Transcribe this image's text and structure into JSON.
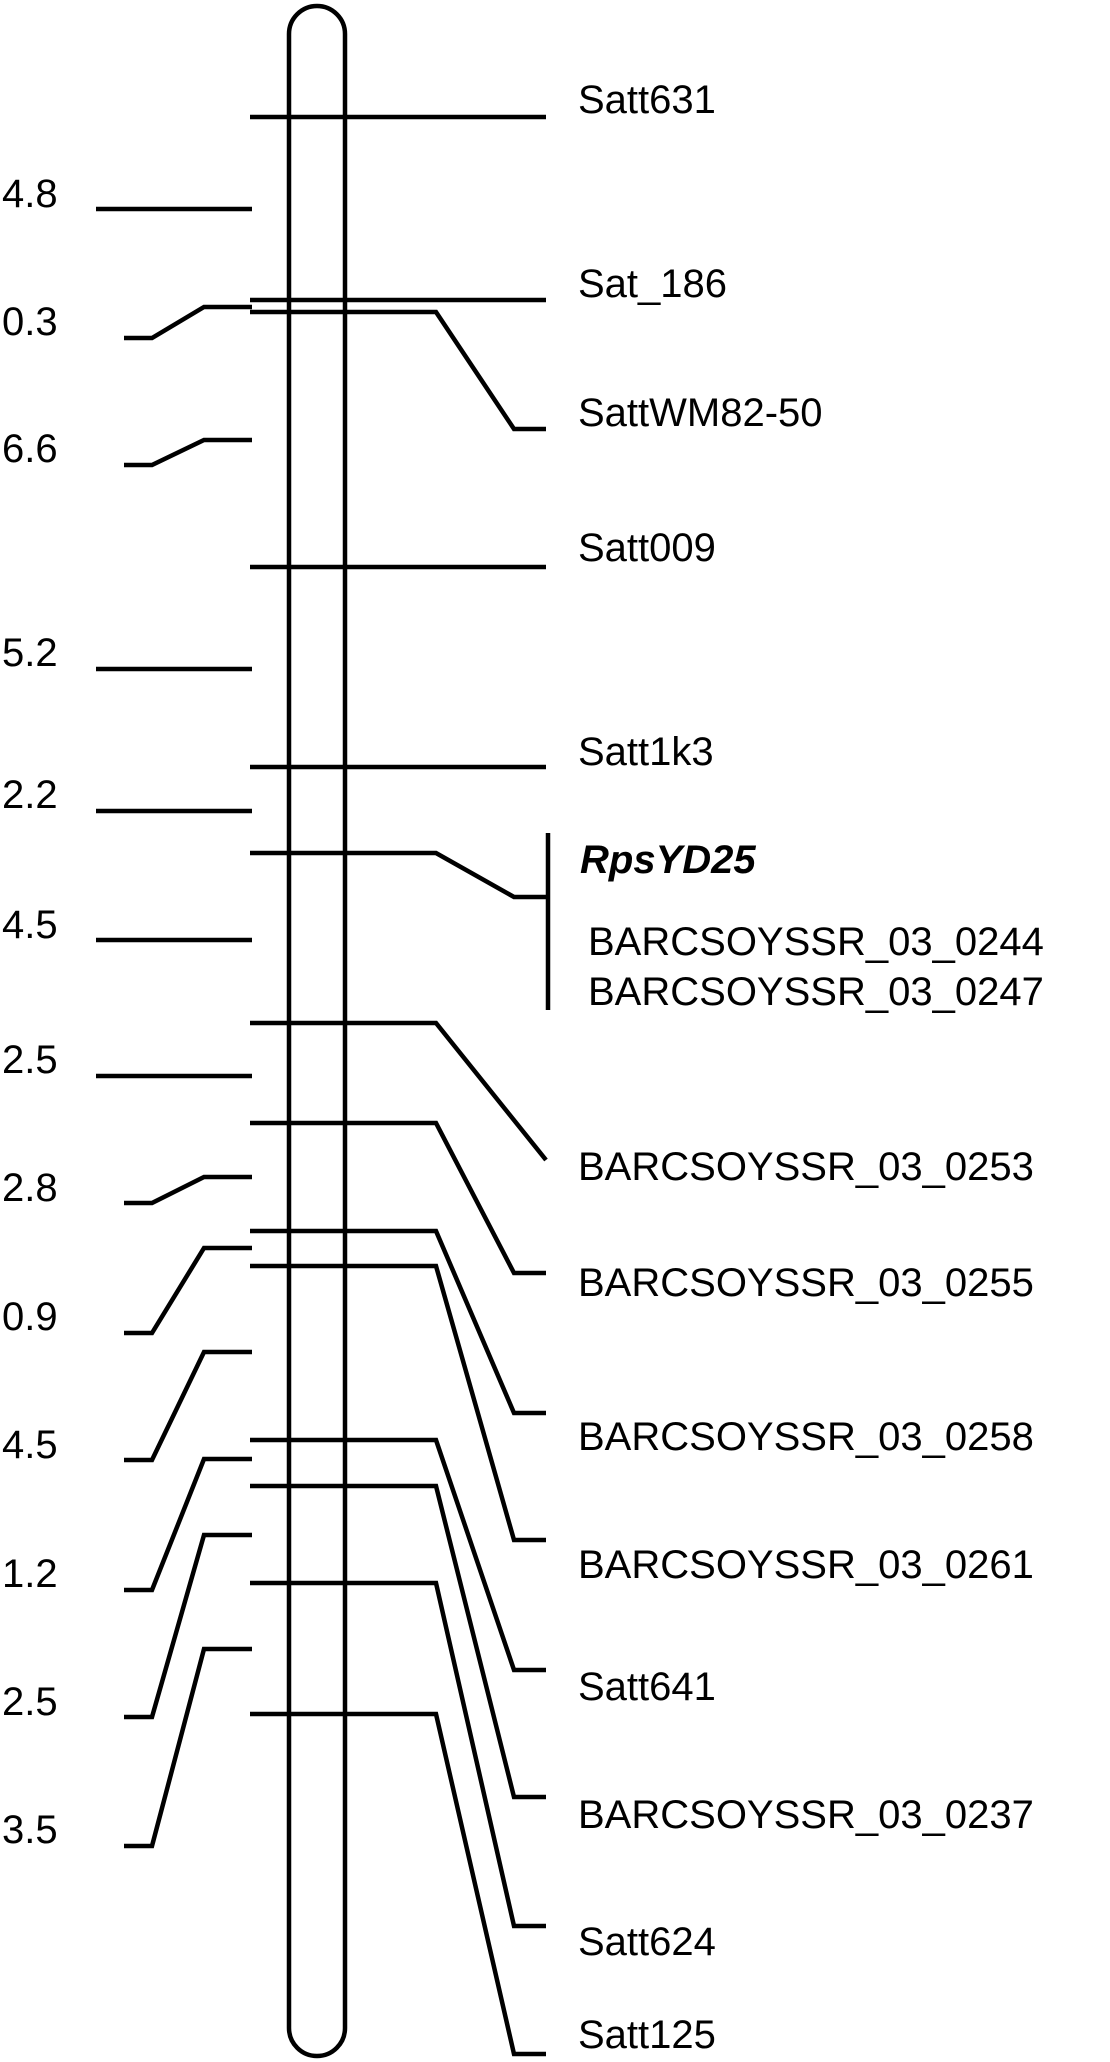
{
  "markers": [
    "Satt631",
    "Sat_186",
    "SattWM82-50",
    "Satt009",
    "Satt1k3",
    "BARCSOYSSR_03_0253",
    "BARCSOYSSR_03_0255",
    "BARCSOYSSR_03_0258",
    "BARCSOYSSR_03_0261",
    "Satt641",
    "BARCSOYSSR_03_0237",
    "Satt624",
    "Satt125"
  ],
  "gene": {
    "name": "RpsYD25",
    "flanking_markers": [
      "BARCSOYSSR_03_0244",
      "BARCSOYSSR_03_0247"
    ]
  },
  "distances_cM": [
    "4.8",
    "0.3",
    "6.6",
    "5.2",
    "2.2",
    "4.5",
    "2.5",
    "2.8",
    "0.9",
    "4.5",
    "1.2",
    "2.5",
    "3.5"
  ]
}
